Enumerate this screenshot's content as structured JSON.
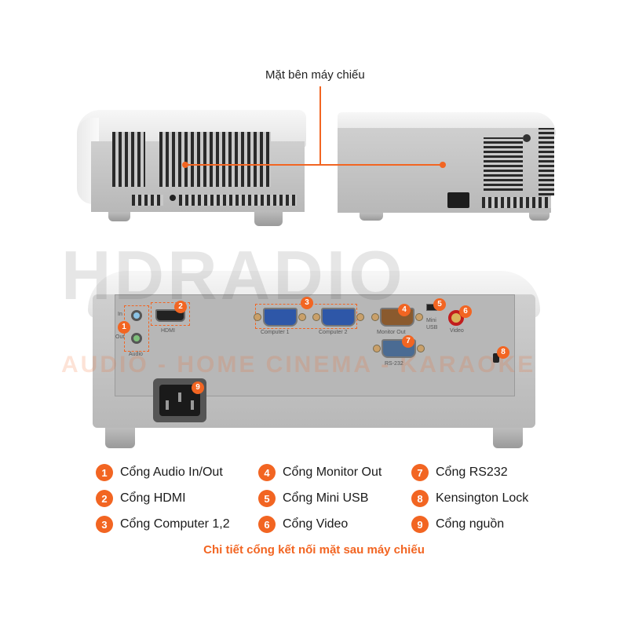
{
  "side_title": "Mặt bên máy chiếu",
  "watermark": {
    "main": "HDRADIO",
    "sub": "AUDIO - HOME CINEMA - KARAOKE"
  },
  "accent_color": "#f26522",
  "ports": {
    "audio_in": "In",
    "audio_out": "Out",
    "audio": "Audio",
    "hdmi": "HDMI",
    "computer1": "Computer 1",
    "computer2": "Computer 2",
    "monitor_out": "Monitor Out",
    "mini": "Mini",
    "usb": "USB",
    "video": "Video",
    "rs232": "RS-232"
  },
  "badges": [
    "1",
    "2",
    "3",
    "4",
    "5",
    "6",
    "7",
    "8",
    "9"
  ],
  "legend": [
    {
      "num": "1",
      "label": "Cổng Audio In/Out"
    },
    {
      "num": "2",
      "label": "Cổng HDMI"
    },
    {
      "num": "3",
      "label": "Cổng Computer 1,2"
    },
    {
      "num": "4",
      "label": "Cổng Monitor Out"
    },
    {
      "num": "5",
      "label": "Cổng Mini USB"
    },
    {
      "num": "6",
      "label": "Cổng Video"
    },
    {
      "num": "7",
      "label": "Cổng RS232"
    },
    {
      "num": "8",
      "label": "Kensington Lock"
    },
    {
      "num": "9",
      "label": "Cổng nguồn"
    }
  ],
  "caption": "Chi tiết cổng kết nối mặt sau máy chiếu"
}
